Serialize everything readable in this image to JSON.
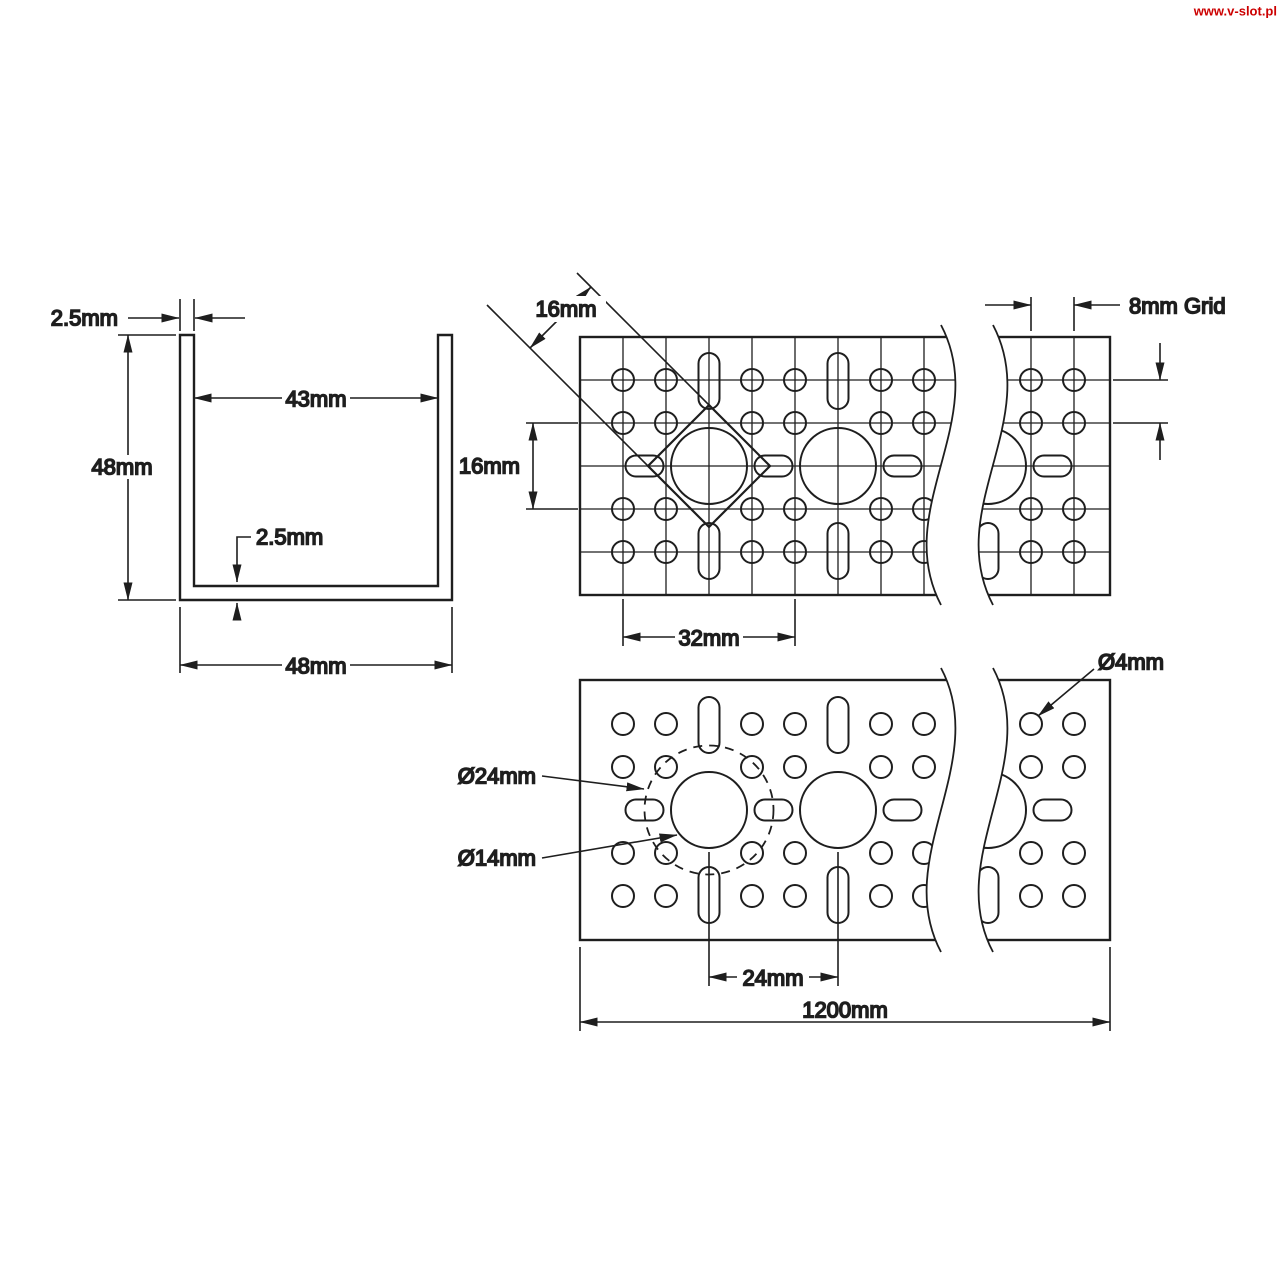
{
  "watermark": {
    "text": "www.v-slot.pl",
    "color": "#cc0000"
  },
  "line_color": "#1e1e1e",
  "cross_section": {
    "wall_thickness": "2.5mm",
    "inner_width": "43mm",
    "outer_height": "48mm",
    "floor_thickness": "2.5mm",
    "outer_width": "48mm"
  },
  "side_view": {
    "square_pattern": "16mm",
    "row_spacing": "16mm",
    "grid_label": "8mm Grid",
    "pattern_pitch": "32mm"
  },
  "face_view": {
    "small_hole_diameter": "Ø4mm",
    "bolt_circle_diameter": "Ø24mm",
    "large_hole_diameter": "Ø14mm",
    "large_hole_spacing": "24mm",
    "overall_length": "1200mm"
  }
}
